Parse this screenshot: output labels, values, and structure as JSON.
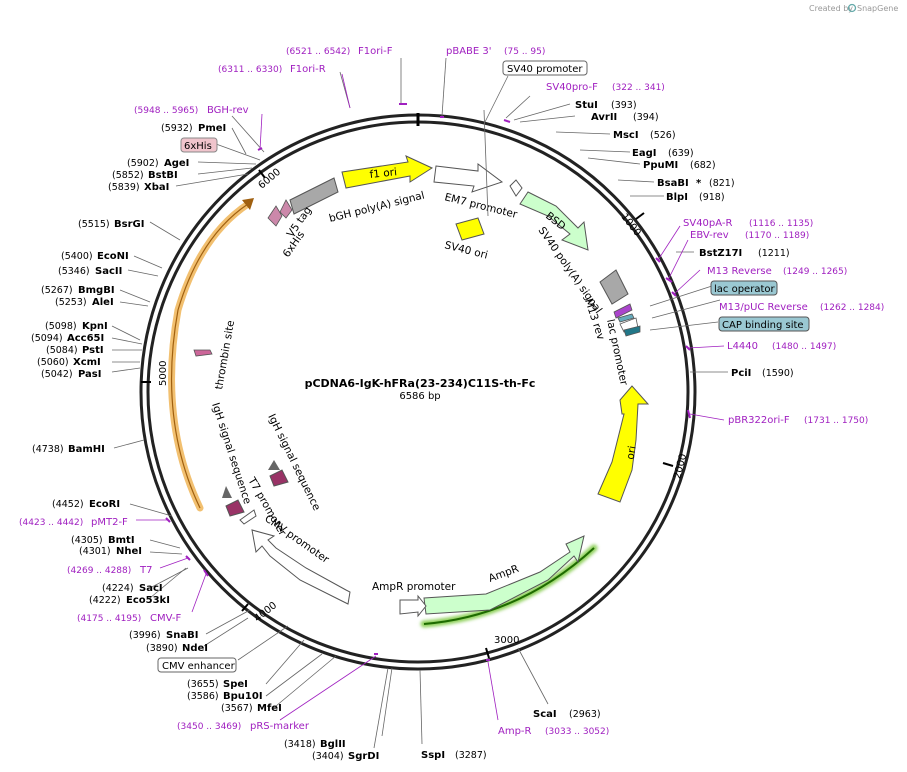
{
  "credit": {
    "text": "Created by",
    "brand": "SnapGene"
  },
  "plasmid": {
    "name": "pCDNA6-IgK-hFRa(23-234)C11S-th-Fc",
    "size": "6586 bp"
  },
  "ticks": [
    "1000",
    "2000",
    "3000",
    "4000",
    "5000",
    "6000"
  ],
  "sites": [
    {
      "name": "StuI",
      "pos": "(393)"
    },
    {
      "name": "AvrII",
      "pos": "(394)"
    },
    {
      "name": "MscI",
      "pos": "(526)"
    },
    {
      "name": "EagI",
      "pos": "(639)"
    },
    {
      "name": "PpuMI",
      "pos": "(682)"
    },
    {
      "name": "BsaBI",
      "star": "*",
      "pos": "(821)"
    },
    {
      "name": "BlpI",
      "pos": "(918)"
    },
    {
      "name": "BstZ17I",
      "pos": "(1211)"
    },
    {
      "name": "PciI",
      "pos": "(1590)"
    },
    {
      "name": "ScaI",
      "pos": "(2963)"
    },
    {
      "name": "SspI",
      "pos": "(3287)"
    },
    {
      "name": "BglII",
      "pos": "(3418)"
    },
    {
      "name": "SgrDI",
      "pos": "(3404)"
    },
    {
      "name": "MfeI",
      "pos": "(3567)"
    },
    {
      "name": "Bpu10I",
      "pos": "(3586)"
    },
    {
      "name": "SpeI",
      "pos": "(3655)"
    },
    {
      "name": "NdeI",
      "pos": "(3890)"
    },
    {
      "name": "SnaBI",
      "pos": "(3996)"
    },
    {
      "name": "Eco53kI",
      "pos": "(4222)"
    },
    {
      "name": "SacI",
      "pos": "(4224)"
    },
    {
      "name": "NheI",
      "pos": "(4301)"
    },
    {
      "name": "BmtI",
      "pos": "(4305)"
    },
    {
      "name": "EcoRI",
      "pos": "(4452)"
    },
    {
      "name": "BamHI",
      "pos": "(4738)"
    },
    {
      "name": "PasI",
      "pos": "(5042)"
    },
    {
      "name": "XcmI",
      "pos": "(5060)"
    },
    {
      "name": "PstI",
      "pos": "(5084)"
    },
    {
      "name": "Acc65I",
      "pos": "(5094)"
    },
    {
      "name": "KpnI",
      "pos": "(5098)"
    },
    {
      "name": "AleI",
      "pos": "(5253)"
    },
    {
      "name": "BmgBI",
      "pos": "(5267)"
    },
    {
      "name": "SacII",
      "pos": "(5346)"
    },
    {
      "name": "EcoNI",
      "pos": "(5400)"
    },
    {
      "name": "BsrGI",
      "pos": "(5515)"
    },
    {
      "name": "XbaI",
      "pos": "(5839)"
    },
    {
      "name": "BstBI",
      "pos": "(5852)"
    },
    {
      "name": "AgeI",
      "pos": "(5902)"
    },
    {
      "name": "PmeI",
      "pos": "(5932)"
    }
  ],
  "primers": [
    {
      "name": "F1ori-F",
      "range": "(6521 .. 6542)"
    },
    {
      "name": "F1ori-R",
      "range": "(6311 .. 6330)"
    },
    {
      "name": "pBABE 3'",
      "range": "(75 .. 95)"
    },
    {
      "name": "SV40pro-F",
      "range": "(322 .. 341)"
    },
    {
      "name": "SV40pA-R",
      "range": "(1116 .. 1135)"
    },
    {
      "name": "EBV-rev",
      "range": "(1170 .. 1189)"
    },
    {
      "name": "M13 Reverse",
      "range": "(1249 .. 1265)"
    },
    {
      "name": "M13/pUC Reverse",
      "range": "(1262 .. 1284)"
    },
    {
      "name": "L4440",
      "range": "(1480 .. 1497)"
    },
    {
      "name": "pBR322ori-F",
      "range": "(1731 .. 1750)"
    },
    {
      "name": "Amp-R",
      "range": "(3033 .. 3052)"
    },
    {
      "name": "pRS-marker",
      "range": "(3450 .. 3469)"
    },
    {
      "name": "CMV-F",
      "range": "(4175 .. 4195)"
    },
    {
      "name": "T7",
      "range": "(4269 .. 4288)"
    },
    {
      "name": "pMT2-F",
      "range": "(4423 .. 4442)"
    },
    {
      "name": "BGH-rev",
      "range": "(5948 .. 5965)"
    }
  ],
  "boxed": {
    "sv40_promoter": "SV40 promoter",
    "his": "6xHis",
    "lac_operator": "lac operator",
    "cap_site": "CAP binding site",
    "cmv_enhancer": "CMV enhancer"
  },
  "features": {
    "f1_ori": "f1 ori",
    "bgh": "bGH poly(A) signal",
    "em7": "EM7 promoter",
    "bsd": "BSD",
    "sv40_ori": "SV40 ori",
    "sv40_pa": "SV40 poly(A) signal",
    "m13_rev": "M13 rev",
    "lac_promoter": "lac promoter",
    "ori": "ori",
    "ampr": "AmpR",
    "ampr_promoter": "AmpR promoter",
    "cmv_promoter": "CMV promoter",
    "t7_promoter": "T7 promoter",
    "igh1": "IgH signal sequence",
    "igh2": "IgH signal sequence",
    "thrombin": "thrombin site",
    "v5": "V5 tag",
    "his": "6xHis"
  },
  "colors": {
    "f1_ori": "#ffff00",
    "bgh": "#a8a8a8",
    "bsd": "#ccffcc",
    "ori": "#ffff00",
    "ampr": "#ccffcc",
    "primer": "#a020c0",
    "igh": "#993366",
    "thrombin": "#cc6699",
    "orf_highlight": "#f7d08a",
    "lac_box": "#9ac8d2"
  }
}
